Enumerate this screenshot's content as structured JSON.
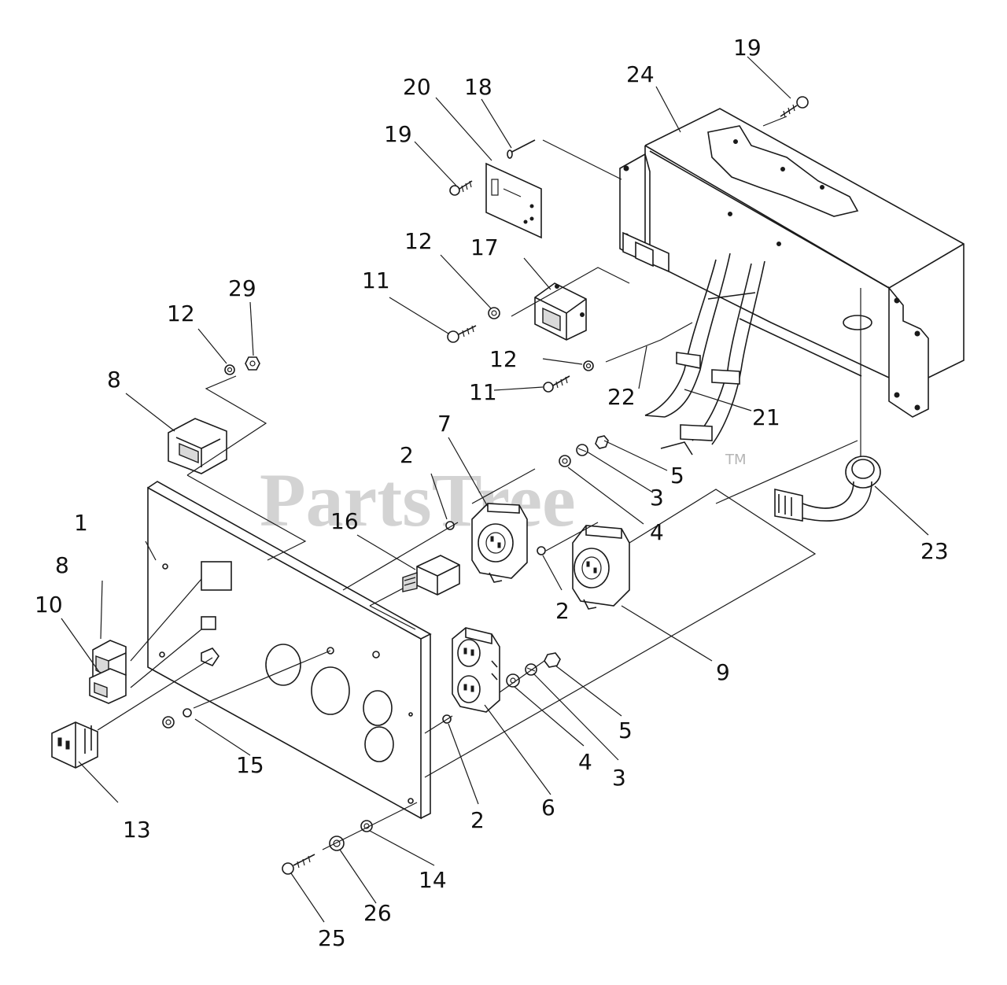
{
  "watermark": {
    "brand": "PartsTree",
    "trademark": "TM"
  },
  "callouts": {
    "c1": "1",
    "c2a": "2",
    "c2b": "2",
    "c2c": "2",
    "c3a": "3",
    "c3b": "3",
    "c4a": "4",
    "c4b": "4",
    "c5a": "5",
    "c5b": "5",
    "c6": "6",
    "c7": "7",
    "c8a": "8",
    "c8b": "8",
    "c9": "9",
    "c10": "10",
    "c11a": "11",
    "c11b": "11",
    "c12a": "12",
    "c12b": "12",
    "c12c": "12",
    "c13": "13",
    "c14": "14",
    "c15": "15",
    "c16": "16",
    "c17": "17",
    "c18": "18",
    "c19a": "19",
    "c19b": "19",
    "c20": "20",
    "c21": "21",
    "c22": "22",
    "c23": "23",
    "c24": "24",
    "c25": "25",
    "c26": "26",
    "c29": "29"
  }
}
